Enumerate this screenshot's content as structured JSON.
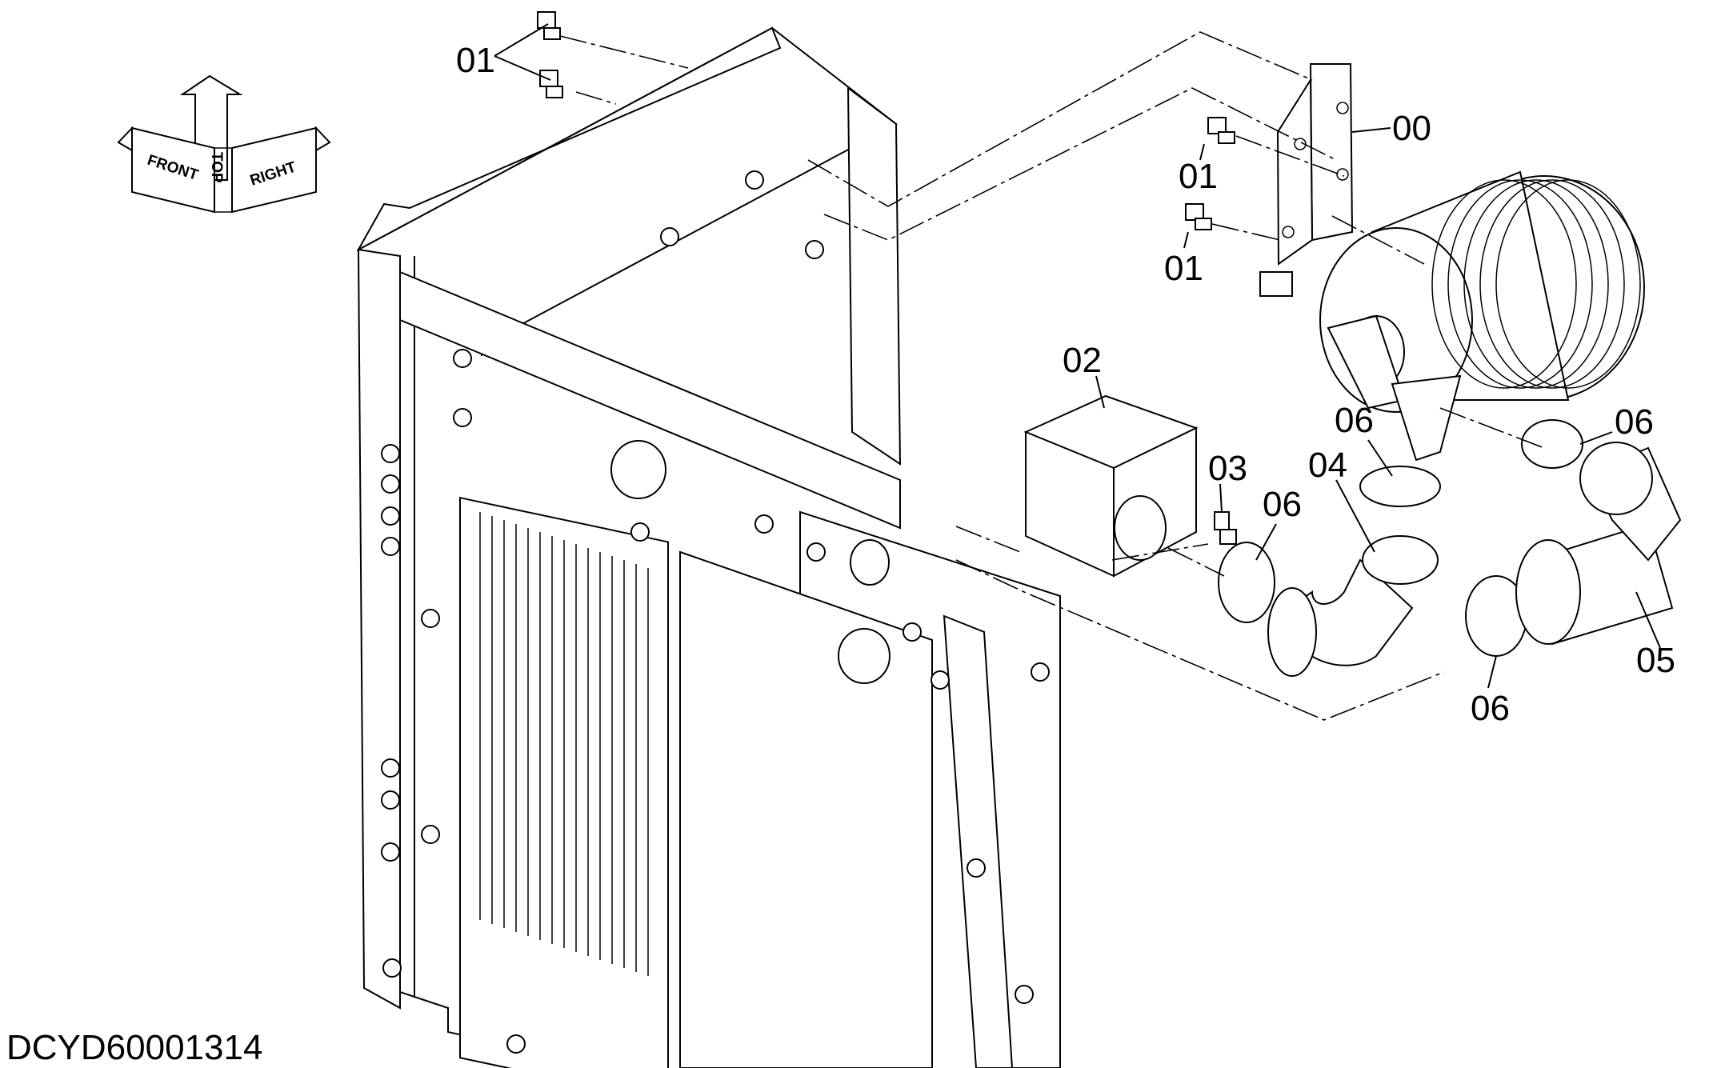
{
  "orientation": {
    "top": "TOP",
    "front": "FRONT",
    "right": "RIGHT"
  },
  "callouts": [
    "01",
    "00",
    "01",
    "01",
    "02",
    "03",
    "06",
    "04",
    "06",
    "06",
    "05",
    "06"
  ],
  "drawing_id": "DCYD60001314"
}
